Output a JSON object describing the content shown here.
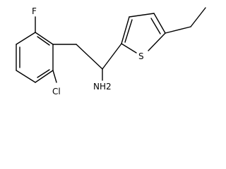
{
  "molecule": {
    "atoms": {
      "fluorine": "F",
      "chlorine": "Cl",
      "amine": "NH2",
      "sulfur": "S"
    },
    "colors": {
      "bond": "#000000",
      "label": "#000000",
      "background": "#ffffff"
    }
  }
}
